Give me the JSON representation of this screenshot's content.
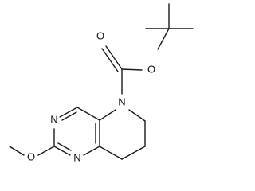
{
  "molecule": {
    "labels": {
      "carbonyl_oxygen": "O",
      "ester_oxygen": "O",
      "ring_nitrogen_5": "N",
      "pyrimidine_nitrogen_top": "N",
      "pyrimidine_nitrogen_bottom": "N",
      "methoxy_oxygen": "O"
    }
  }
}
